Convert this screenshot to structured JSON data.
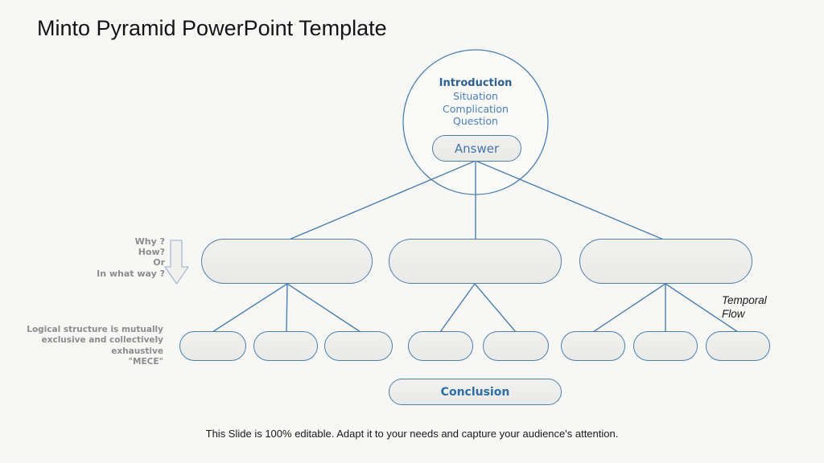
{
  "slide": {
    "title": "Minto Pyramid PowerPoint Template",
    "footer": "This Slide is 100% editable. Adapt it to your needs and capture your audience's attention."
  },
  "diagram": {
    "intro_circle": {
      "heading": "Introduction",
      "items": [
        "Situation",
        "Complication",
        "Question"
      ],
      "answer_label": "Answer"
    },
    "left_questions": [
      "Why ?",
      "How?",
      "Or",
      "In what way ?"
    ],
    "mece_note": [
      "Logical structure is mutually",
      "exclusive and collectively",
      "exhaustive",
      "\"MECE\""
    ],
    "temporal_flow": [
      "Temporal",
      "Flow"
    ],
    "conclusion_label": "Conclusion",
    "colors": {
      "connector_blue": "#4d7fae",
      "heading_blue": "#2d5f8f",
      "body_blue": "#4a7ebb",
      "label_gray": "#8c8c8c",
      "shape_fill": "#ececea",
      "background": "#f7f7f5"
    }
  }
}
